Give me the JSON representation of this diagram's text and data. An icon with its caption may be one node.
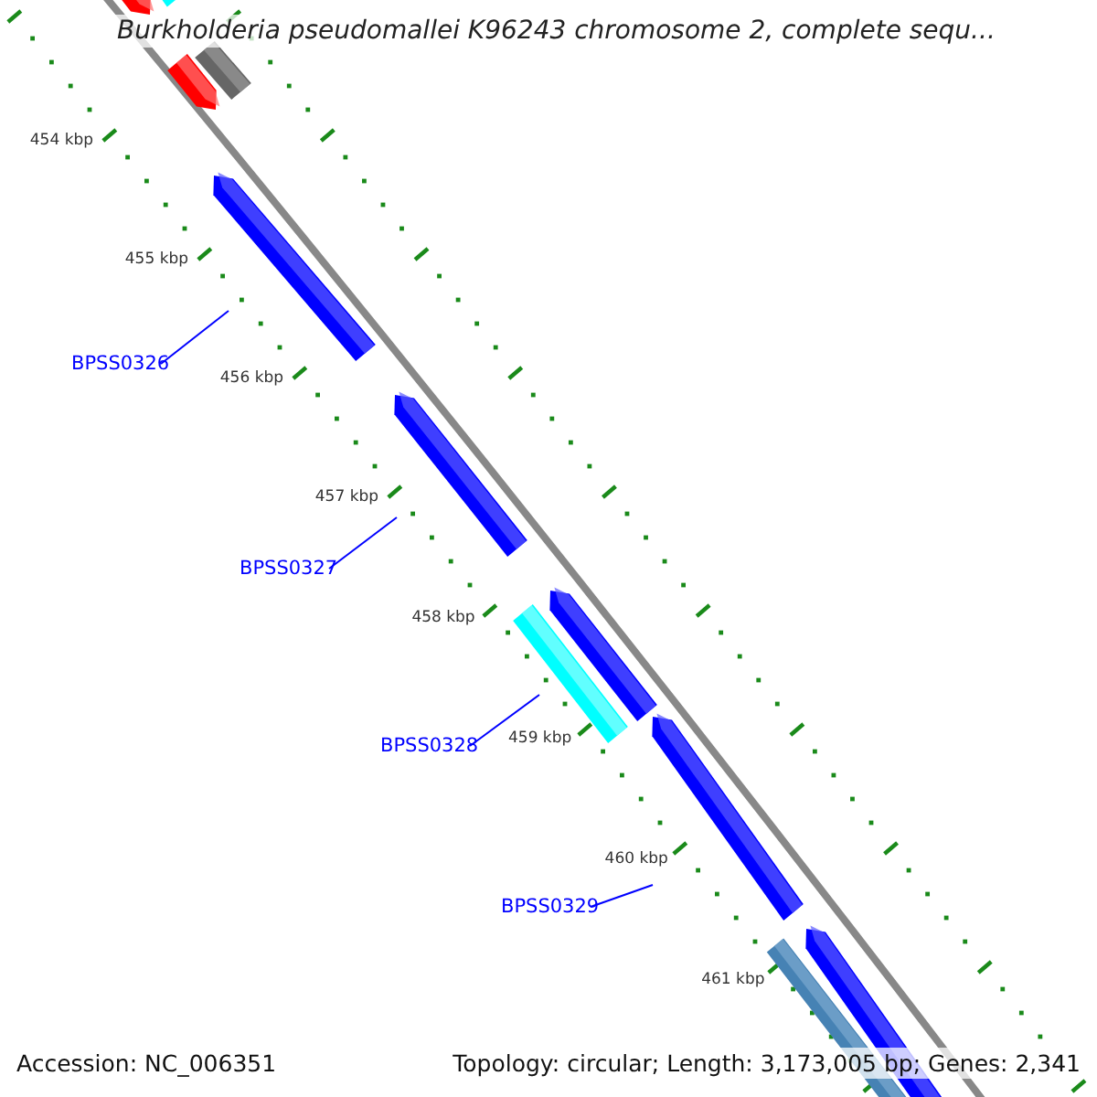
{
  "diagram": {
    "title": "Burkholderia pseudomallei K96243 chromosome 2, complete sequ...",
    "nodes": [
      {
        "text": [
          "BPSS0326"
        ]
      },
      {
        "text": [
          "BPSS0327"
        ]
      },
      {
        "text": [
          "BPSS0328"
        ]
      },
      {
        "text": [
          "BPSS0329"
        ]
      },
      {
        "text": [],
        "shape": "bar"
      },
      {
        "text": [],
        "shape": "bar"
      },
      {
        "text": [],
        "shape": "bar"
      },
      {
        "text": [],
        "shape": "bar"
      },
      {
        "text": [],
        "shape": "bar"
      },
      {
        "text": [],
        "shape": "bar"
      },
      {
        "text": [],
        "shape": "bar"
      },
      {
        "text": [],
        "shape": "bar"
      },
      {
        "text": [],
        "shape": "bar"
      },
      {
        "text": [],
        "shape": "bar"
      },
      {
        "text": [],
        "shape": "bar"
      }
    ],
    "edges": [
      {
        "from": 0,
        "to": 8,
        "arrow": "none"
      },
      {
        "from": 1,
        "to": 9,
        "arrow": "none"
      },
      {
        "from": 2,
        "to": 10,
        "arrow": "none"
      },
      {
        "from": 3,
        "to": 12,
        "arrow": "none"
      }
    ],
    "labels": [
      "454 kbp",
      "455 kbp",
      "456 kbp",
      "457 kbp",
      "458 kbp",
      "459 kbp",
      "460 kbp",
      "461 kbp",
      "Accession: NC_006351",
      "Topology: circular; Length: 3,173,005 bp; Genes: 2,341"
    ]
  }
}
